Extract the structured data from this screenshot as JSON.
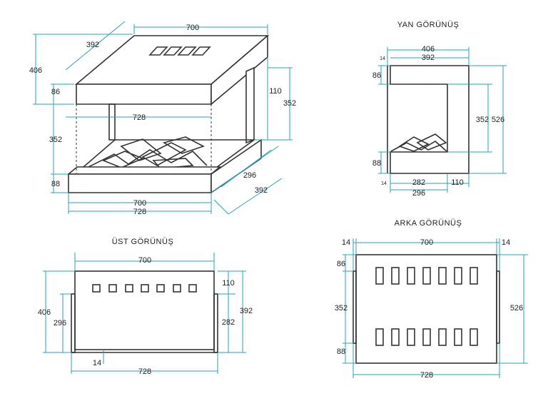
{
  "views": {
    "side": {
      "title": "YAN GÖRÜNÜŞ",
      "dims": {
        "d406": "406",
        "d392": "392",
        "d14_top": "14",
        "d86": "86",
        "d352": "352",
        "d526": "526",
        "d88": "88",
        "d14_bottom": "14",
        "d282": "282",
        "d110": "110",
        "d296": "296"
      }
    },
    "top": {
      "title": "ÜST GÖRÜNÜŞ",
      "dims": {
        "d700": "700",
        "d406": "406",
        "d296": "296",
        "d110": "110",
        "d282": "282",
        "d392": "392",
        "d14": "14",
        "d728": "728"
      }
    },
    "back": {
      "title": "ARKA GÖRÜNÜŞ",
      "dims": {
        "d14_left": "14",
        "d700": "700",
        "d14_right": "14",
        "d86": "86",
        "d352": "352",
        "d526": "526",
        "d88": "88",
        "d728": "728"
      }
    },
    "iso": {
      "dims": {
        "d700_top": "700",
        "d392_top": "392",
        "d406": "406",
        "d86": "86",
        "d728_mid": "728",
        "d110": "110",
        "d352_right": "352",
        "d352_left": "352",
        "d88": "88",
        "d296": "296",
        "d392_bottom": "392",
        "d700_bottom": "700",
        "d728_bottom": "728"
      }
    }
  }
}
